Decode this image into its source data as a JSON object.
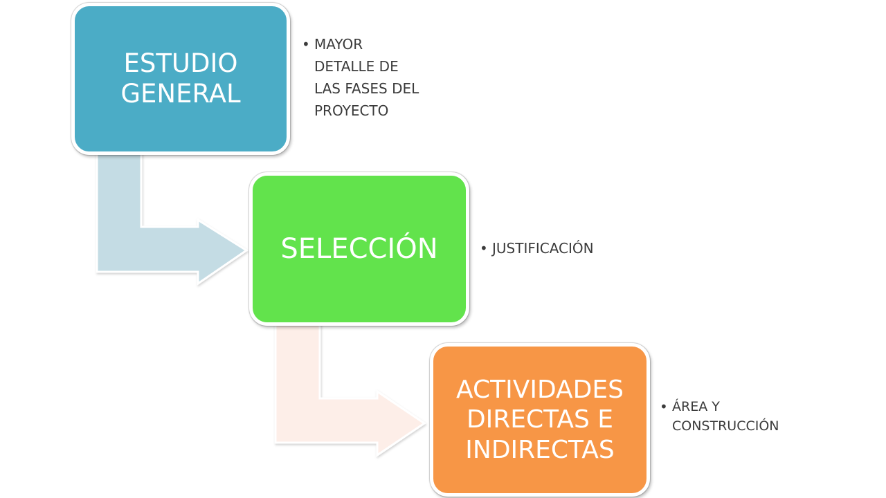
{
  "colors": {
    "step1": "#4bacc6",
    "step2": "#62e34c",
    "step3": "#f79646",
    "arrow1": "#c4dce4",
    "arrow2": "#fdeee8"
  },
  "steps": [
    {
      "title": "ESTUDIO\nGENERAL",
      "detail": "MAYOR\nDETALLE DE\nLAS FASES DEL\nPROYECTO"
    },
    {
      "title": "SELECCIÓN",
      "detail": "JUSTIFICACIÓN"
    },
    {
      "title": "ACTIVIDADES\nDIRECTAS E\nINDIRECTAS",
      "detail": "ÁREA Y\nCONSTRUCCIÓN"
    }
  ]
}
